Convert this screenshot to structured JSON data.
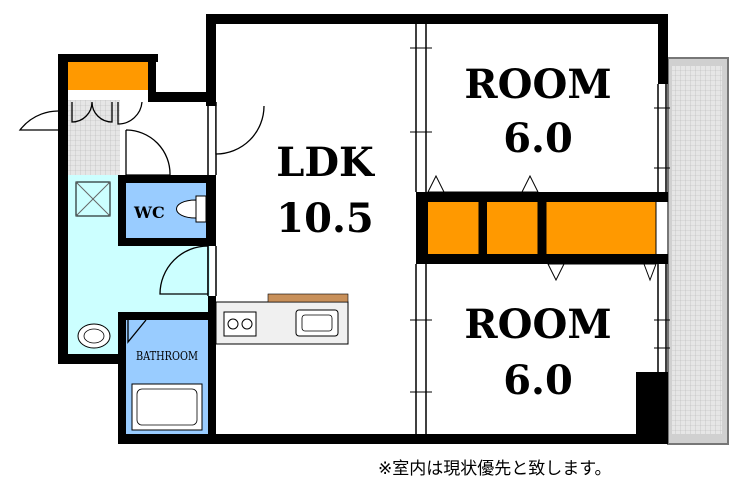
{
  "rooms": {
    "ldk_name": "LDK",
    "ldk_size": "10.5",
    "room1_name": "ROOM",
    "room1_size": "6.0",
    "room2_name": "ROOM",
    "room2_size": "6.0",
    "wc": "WC",
    "bathroom": "BATHROOM"
  },
  "note": "※室内は現状優先と致します。",
  "colors": {
    "wall": "#000000",
    "storage": "#ff9900",
    "wet_area": "#ccffff",
    "wc_bath": "#99ccff",
    "balcony": "#dcdcdc",
    "counter": "#c8905a"
  },
  "icons": [
    "door-swing-icon",
    "stove-icon",
    "sink-icon",
    "toilet-icon",
    "bathtub-icon",
    "washbasin-icon"
  ]
}
